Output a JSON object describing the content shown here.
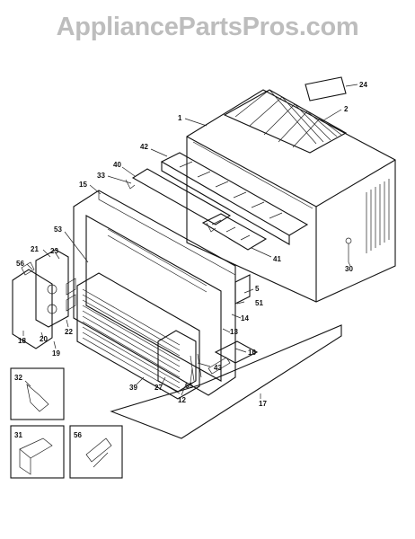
{
  "watermark": "AppliancePartsPros.com",
  "part_labels": [
    {
      "id": "p24",
      "text": "24"
    },
    {
      "id": "p1",
      "text": "1"
    },
    {
      "id": "p2",
      "text": "2"
    },
    {
      "id": "p42",
      "text": "42"
    },
    {
      "id": "p40",
      "text": "40"
    },
    {
      "id": "p33",
      "text": "33"
    },
    {
      "id": "p15",
      "text": "15"
    },
    {
      "id": "p53",
      "text": "53"
    },
    {
      "id": "p21",
      "text": "21"
    },
    {
      "id": "p23",
      "text": "23"
    },
    {
      "id": "p56a",
      "text": "56"
    },
    {
      "id": "p41",
      "text": "41"
    },
    {
      "id": "p30",
      "text": "30"
    },
    {
      "id": "p5",
      "text": "5"
    },
    {
      "id": "p51",
      "text": "51"
    },
    {
      "id": "p14",
      "text": "14"
    },
    {
      "id": "p13",
      "text": "13"
    },
    {
      "id": "p16",
      "text": "16"
    },
    {
      "id": "p18",
      "text": "18"
    },
    {
      "id": "p20",
      "text": "20"
    },
    {
      "id": "p19",
      "text": "19"
    },
    {
      "id": "p22",
      "text": "22"
    },
    {
      "id": "p39",
      "text": "39"
    },
    {
      "id": "p27",
      "text": "27"
    },
    {
      "id": "p12",
      "text": "12"
    },
    {
      "id": "p65",
      "text": "65"
    },
    {
      "id": "p43",
      "text": "43"
    },
    {
      "id": "p17",
      "text": "17"
    },
    {
      "id": "p32",
      "text": "32"
    },
    {
      "id": "p31",
      "text": "31"
    },
    {
      "id": "p56b",
      "text": "56"
    }
  ]
}
